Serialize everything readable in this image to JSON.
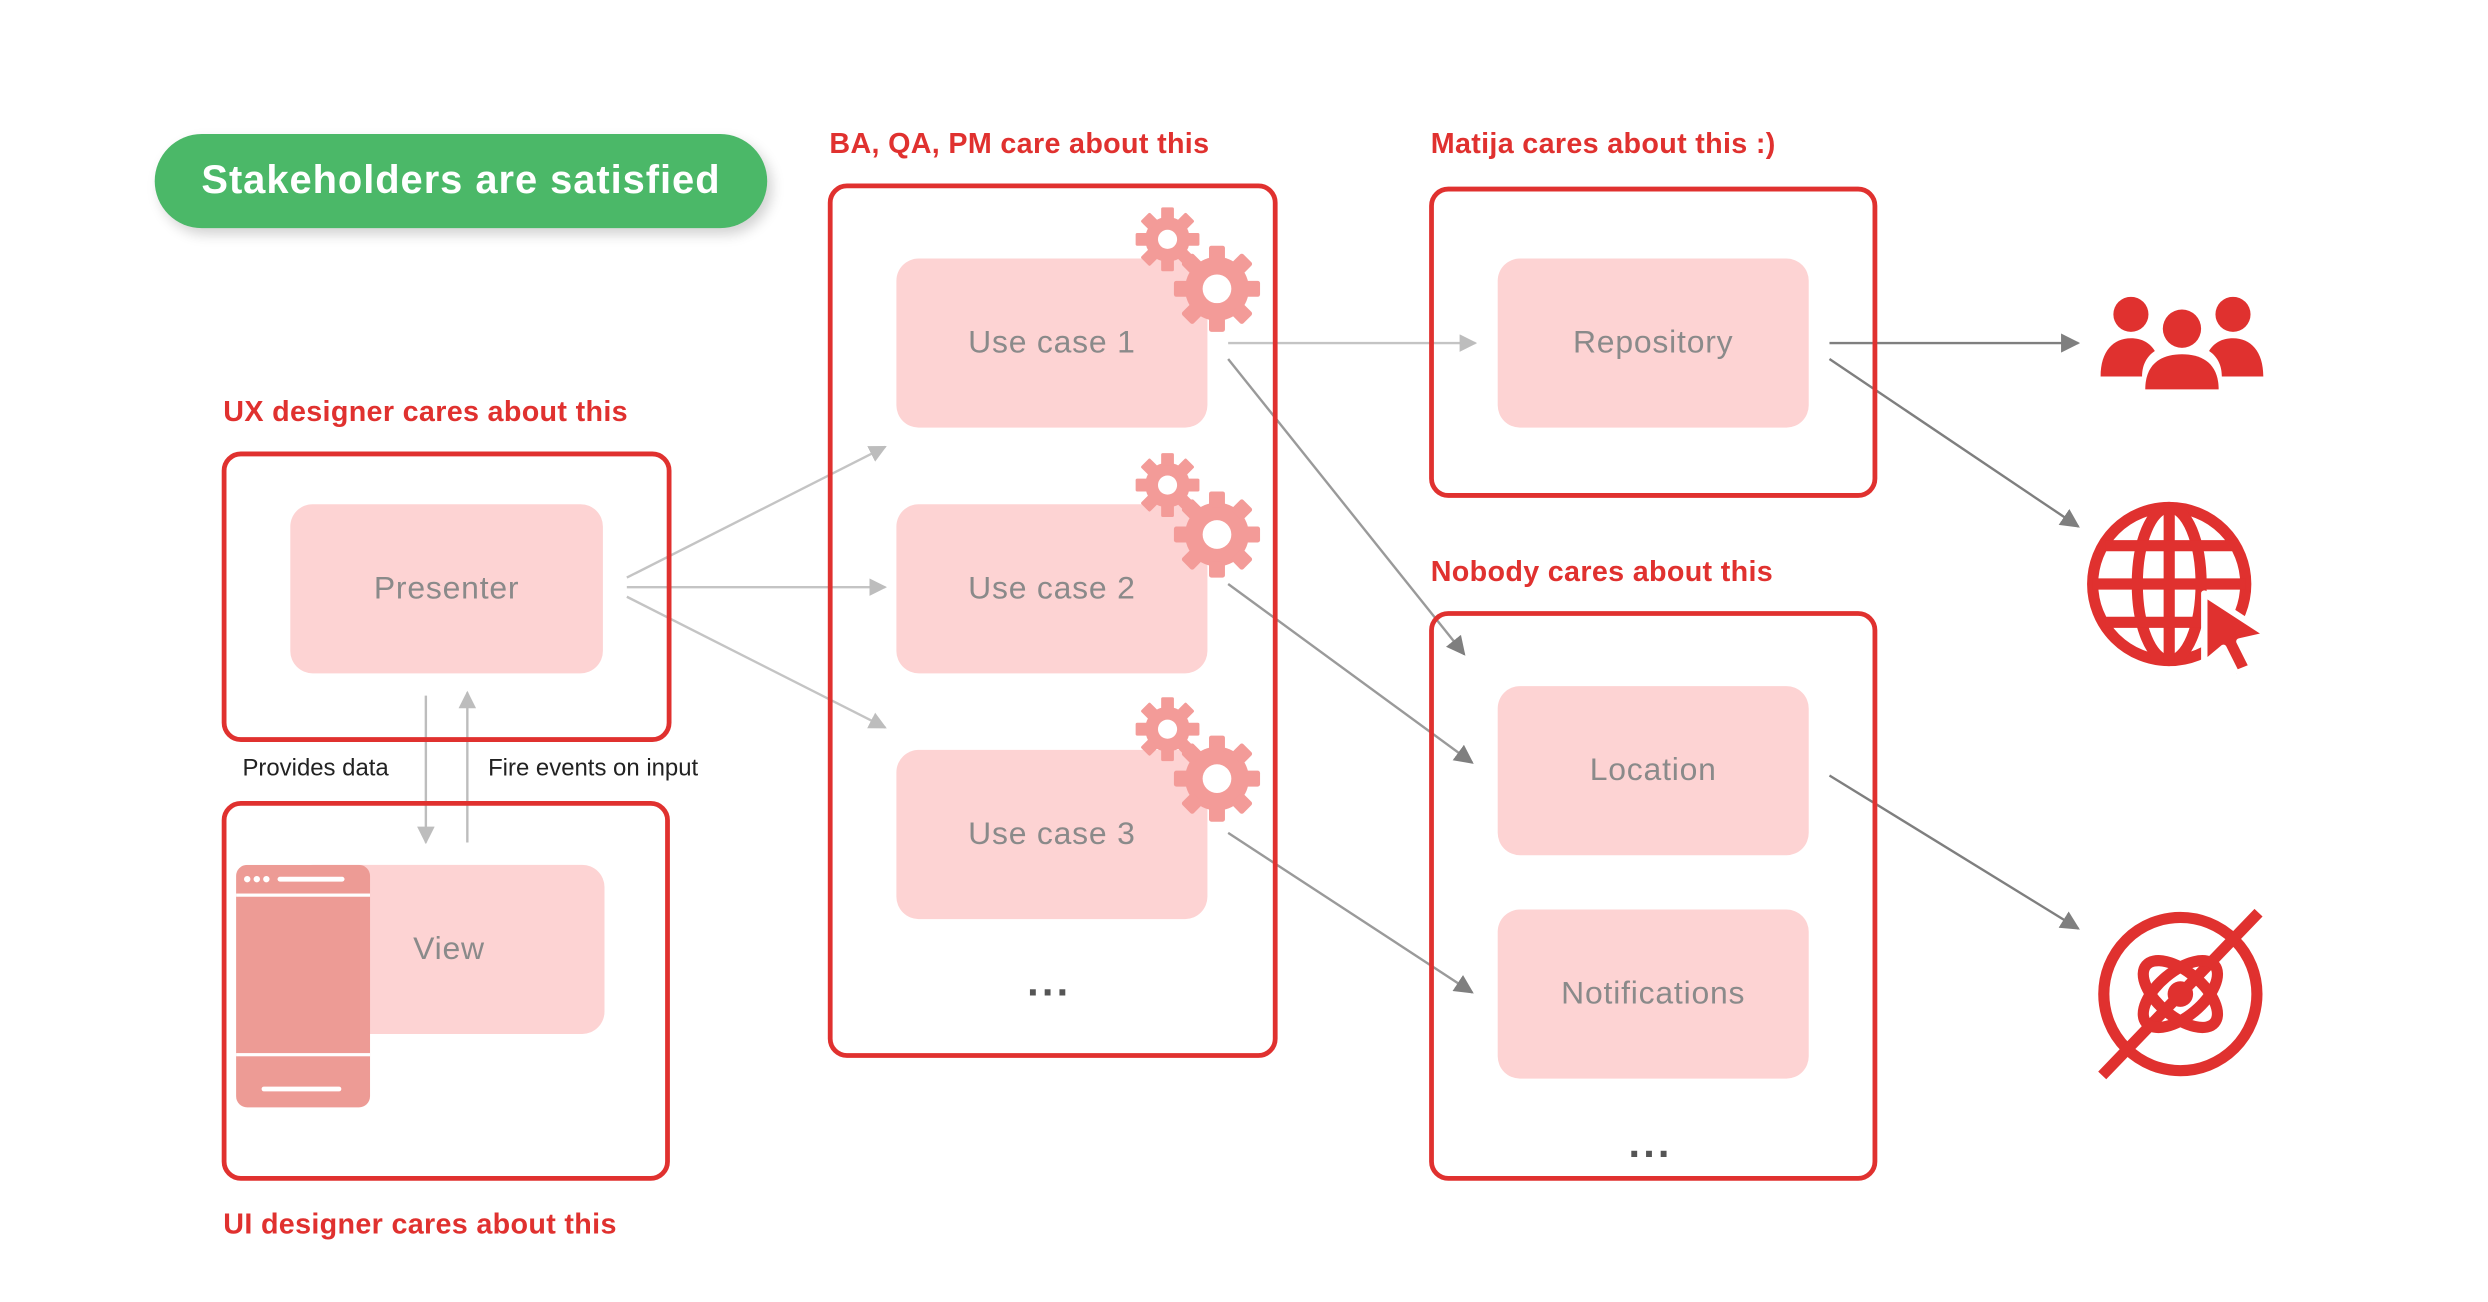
{
  "badge": {
    "label": "Stakeholders are satisfied"
  },
  "headings": {
    "ux": "UX designer cares about this",
    "ui": "UI designer cares about this",
    "ba": "BA, QA, PM care about this",
    "matija": "Matija cares about this :)",
    "nobody": "Nobody cares about this"
  },
  "presentation": {
    "presenter": "Presenter",
    "view": "View",
    "provides_data": "Provides data",
    "fire_events": "Fire events on input"
  },
  "domain": {
    "use_cases": [
      "Use case 1",
      "Use case 2",
      "Use case 3"
    ],
    "more": "..."
  },
  "data_layer": {
    "repository": "Repository",
    "location": "Location",
    "notifications": "Notifications",
    "more": "..."
  },
  "external_icons": [
    "users-icon",
    "globe-cursor-icon",
    "gps-location-icon"
  ],
  "colors": {
    "accent_red": "#e0312f",
    "box_pink": "#fdd3d3",
    "badge_green": "#4bb868",
    "gear_pink": "#f39b98",
    "arrow_gray": "#9a9a9a"
  }
}
